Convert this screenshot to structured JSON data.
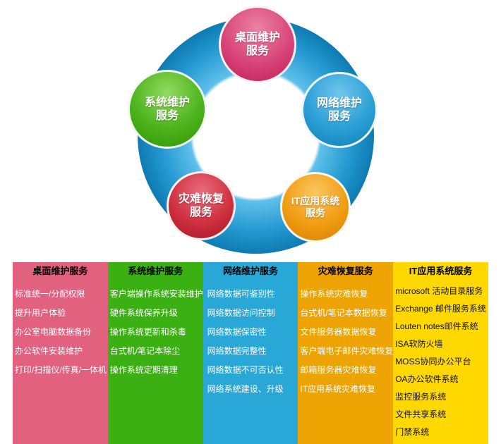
{
  "diagram": {
    "ring_color": "#2499d1",
    "bubbles": [
      {
        "id": "desktop",
        "label": "桌面维护\n服务",
        "color": "#d84578"
      },
      {
        "id": "system",
        "label": "系统维护\n服务",
        "color": "#4cb31c"
      },
      {
        "id": "network",
        "label": "网络维护\n服务",
        "color": "#2b9fd6"
      },
      {
        "id": "disaster",
        "label": "灾难恢复\n服务",
        "color": "#cf3140"
      },
      {
        "id": "itapp",
        "label": "IT应用系统\n服务",
        "color": "#f09d13"
      }
    ]
  },
  "table": {
    "columns": [
      {
        "header": "桌面维护服务",
        "bg": "#e2617f",
        "item_color": "#ffffff",
        "items": [
          "标准统一/分配权限",
          "提升用户体验",
          "办公室电脑数据备份",
          "办公软件安装维护",
          "打印/扫描仪/传真/一体机"
        ]
      },
      {
        "header": "系统维护服务",
        "bg": "#3ab012",
        "item_color": "#ffffff",
        "items": [
          "客户端操作系统安装维护",
          "硬件系统保养升级",
          "操作系统更新和杀毒",
          "台式机/笔记本除尘",
          "操作系统定期清理"
        ]
      },
      {
        "header": "网络维护服务",
        "bg": "#29a7d7",
        "item_color": "#ffffff",
        "items": [
          "网络数据可鉴别性",
          "网络数据访问控制",
          "网络数据保密性",
          "网络数据完整性",
          "网络数据不可否认性",
          "网络系统建设、升级"
        ]
      },
      {
        "header": "灾难恢复服务",
        "bg": "#eda301",
        "item_color": "#ffffff",
        "items": [
          "操作系统灾难恢复",
          "台式机/笔记本数据恢复",
          "文件服务器数据恢复",
          "客户端电子邮件灾难恢复",
          "邮箱服务器灾难恢复",
          "IT应用系统灾难恢复"
        ]
      },
      {
        "header": "IT应用系统服务",
        "bg": "#ffd800",
        "item_color": "#111111",
        "items": [
          "microsoft 活动目录服务",
          "Exchange 邮件服务系统",
          "Louten notes邮件系统",
          "ISA软防火墙",
          "MOSS协同办公平台",
          "OA办公软件系统",
          "监控服务系统",
          "文件共享系统",
          "门禁系统"
        ]
      }
    ]
  }
}
